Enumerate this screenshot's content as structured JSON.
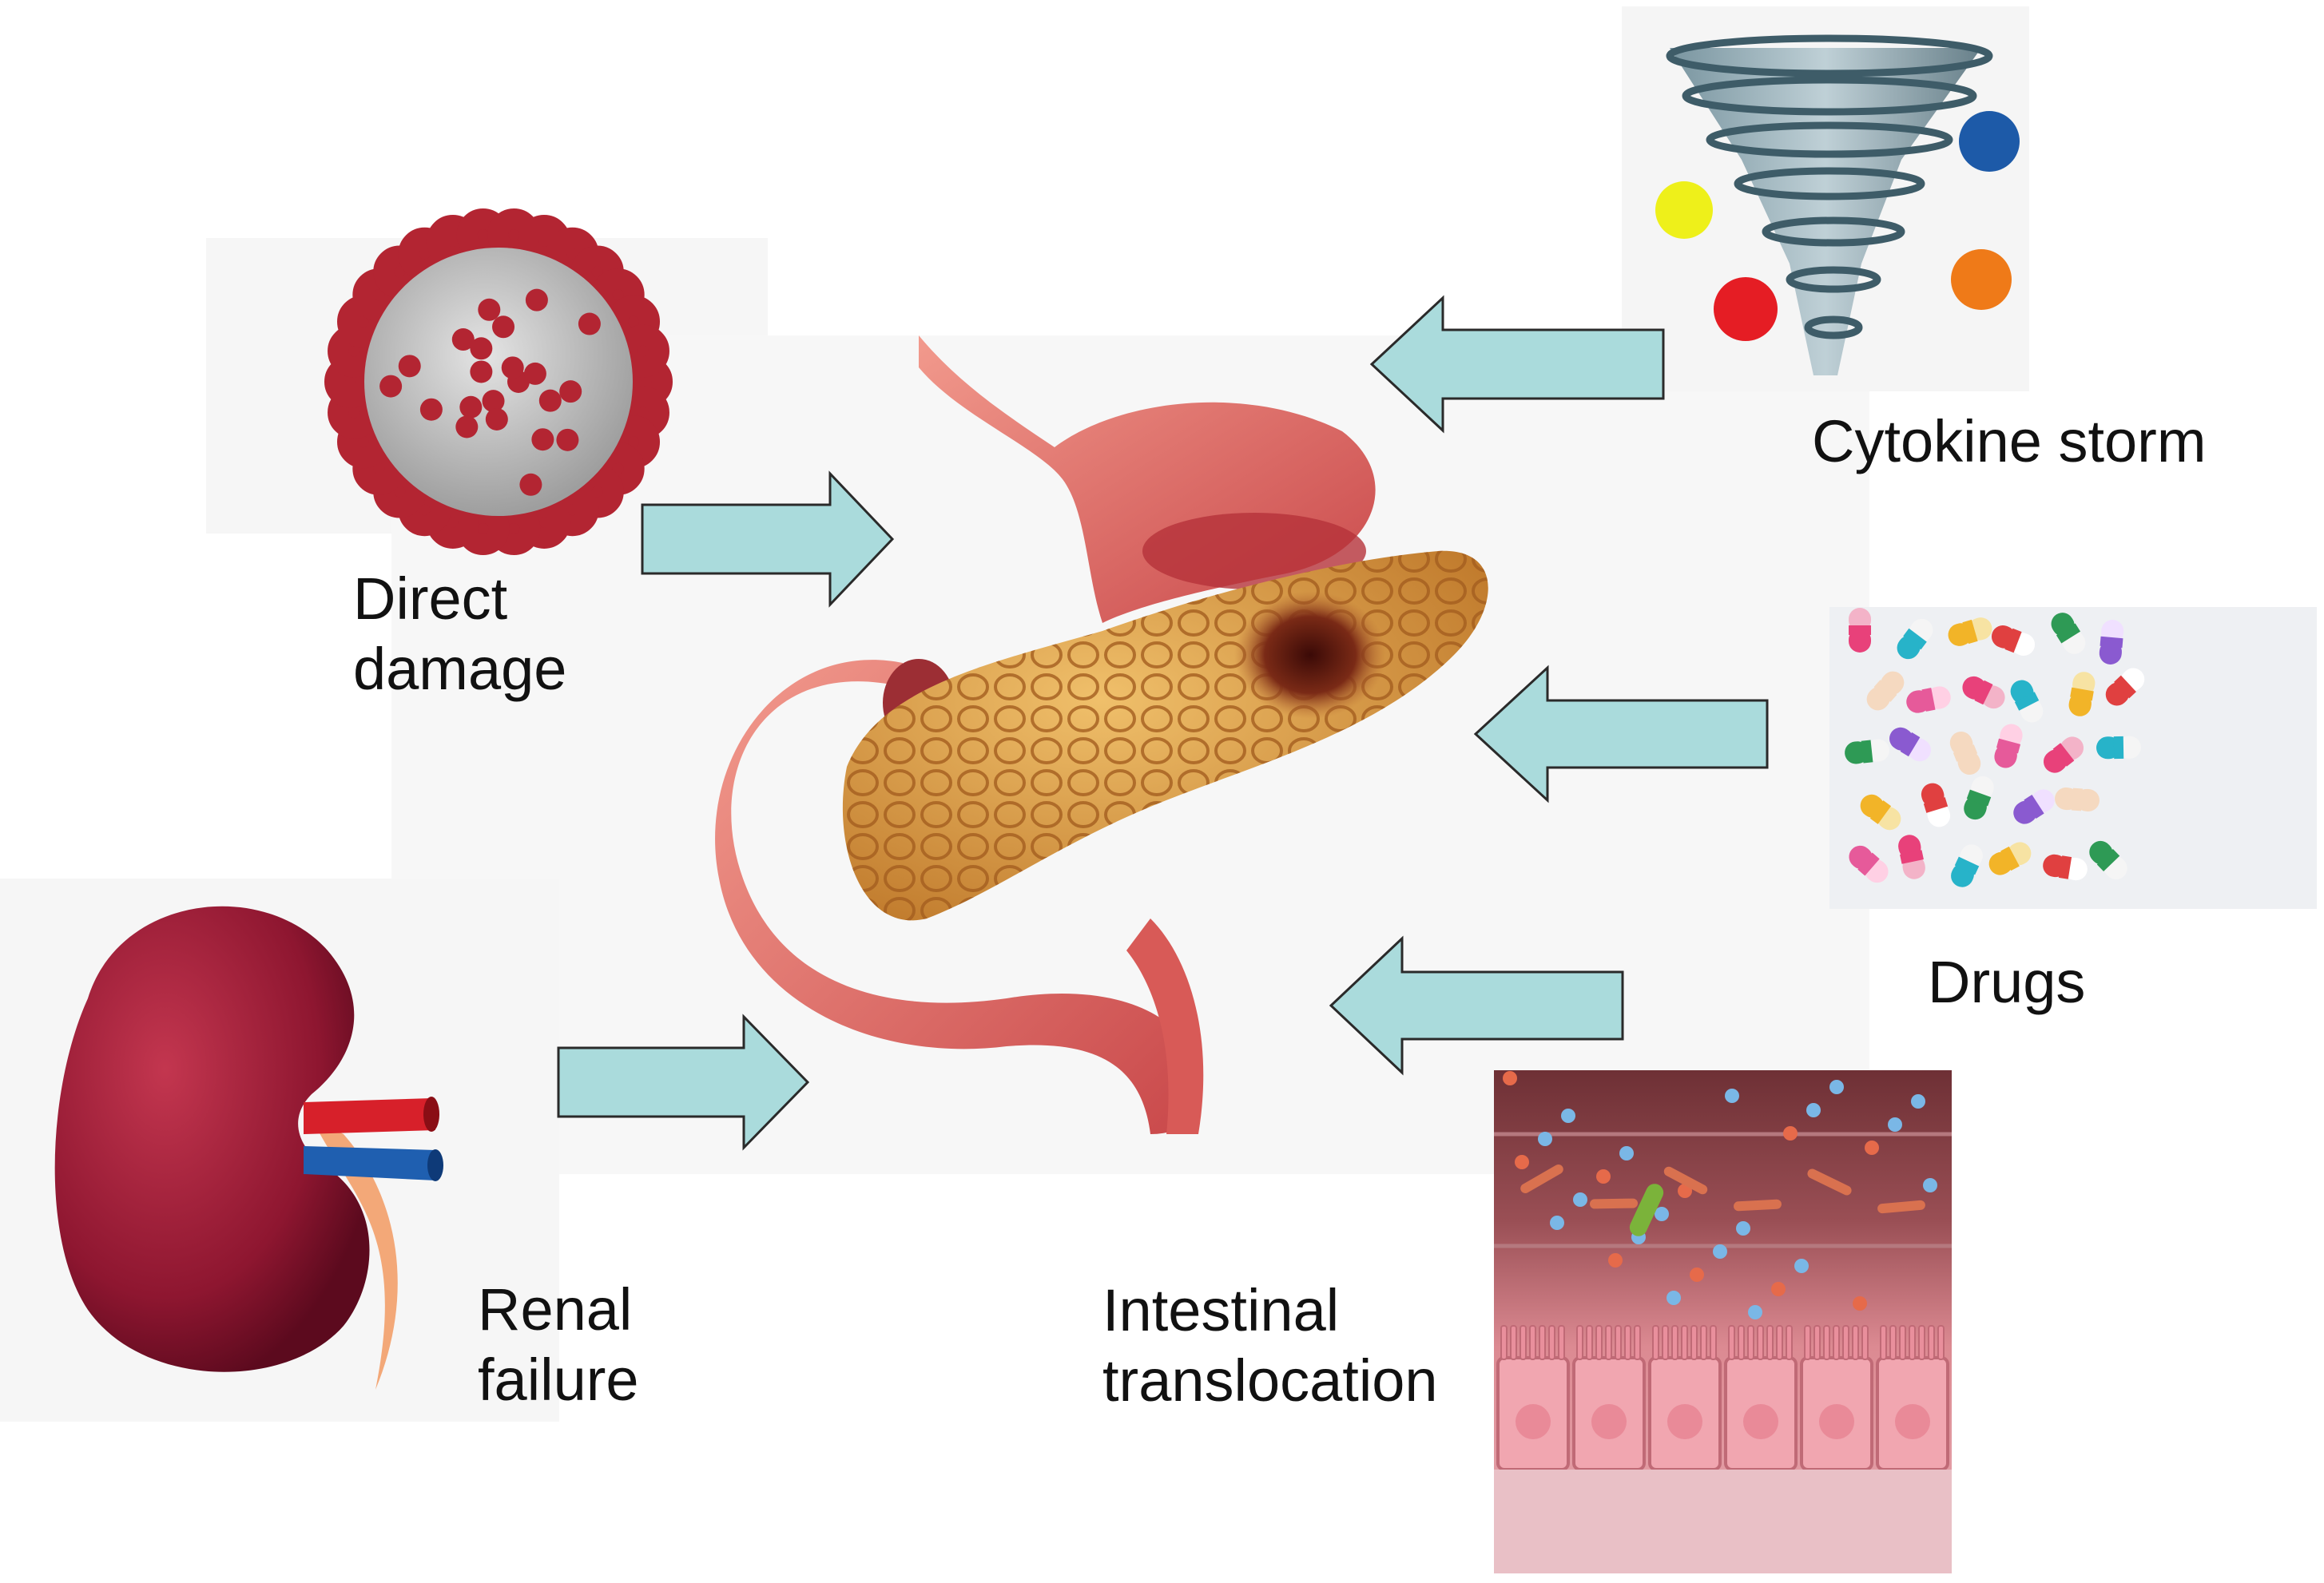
{
  "labels": {
    "direct_damage": [
      "Direct",
      "damage"
    ],
    "cytokine_storm": [
      "Cytokine storm"
    ],
    "drugs": [
      "Drugs"
    ],
    "renal_failure": [
      "Renal",
      "failure"
    ],
    "intestinal_translocation": [
      "Intestinal",
      "translocation"
    ]
  },
  "icons": {
    "center": "pancreas-icon",
    "direct_damage": "coronavirus-icon",
    "cytokine_storm": "tornado-icon",
    "drugs": "pills-icon",
    "renal_failure": "kidney-icon",
    "intestinal_translocation": "intestinal-epithelium-icon"
  },
  "colors": {
    "arrow_fill": "#aadbdc",
    "arrow_stroke": "#2a2a2a",
    "panel_bg": "#f6f6f6",
    "virus_red": "#b32532",
    "kidney": "#9b1b34",
    "pancreas": "#d79b48",
    "stomach": "#df6c64"
  }
}
